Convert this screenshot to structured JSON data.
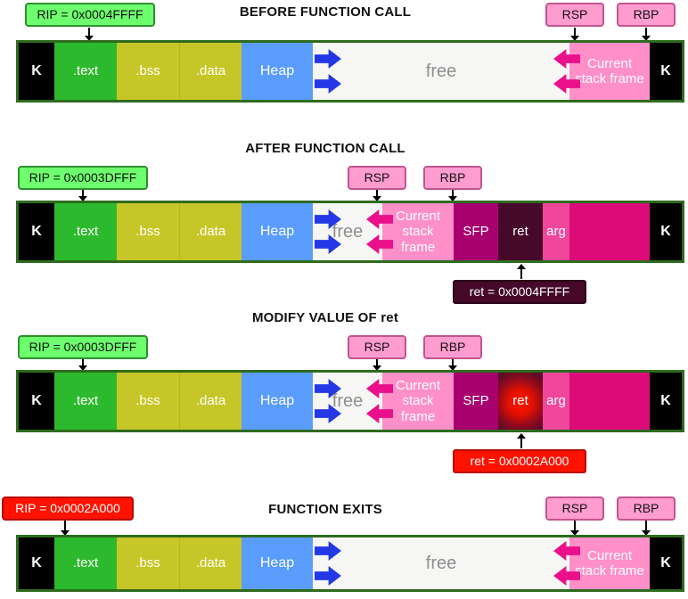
{
  "diagram": {
    "colors": {
      "text_segment_green": "#2db92d",
      "bss_data_yellow": "#c6c628",
      "heap_blue": "#5a9cfc",
      "stack_frame_pink": "#ff8fc9",
      "sfp_magenta": "#a8006e",
      "ret_dark_maroon": "#46092a",
      "arg_pink": "#f0479c",
      "previous_frame_magenta": "#dd0b79",
      "bar_border_green": "#2e6b1e",
      "rip_label_green": "#6dff6d",
      "register_label_pink": "#ff9cd0",
      "alert_red": "#ff1200",
      "heap_growth_arrow_blue": "#2438e8",
      "stack_growth_arrow_pink": "#ea0f8b"
    },
    "sections": [
      {
        "title": "BEFORE FUNCTION CALL",
        "rip": "RIP = 0x0004FFFF",
        "rsp": "RSP",
        "rbp": "RBP",
        "segments": {
          "k_left": "K",
          "text": ".text",
          "bss": ".bss",
          "data": ".data",
          "heap": "Heap",
          "free": "free",
          "stack_frame": "Current stack frame",
          "k_right": "K"
        }
      },
      {
        "title": "AFTER FUNCTION CALL",
        "rip": "RIP = 0x0003DFFF",
        "rsp": "RSP",
        "rbp": "RBP",
        "ret_note": "ret = 0x0004FFFF",
        "segments": {
          "k_left": "K",
          "text": ".text",
          "bss": ".bss",
          "data": ".data",
          "heap": "Heap",
          "free": "free",
          "stack_frame": "Current stack frame",
          "sfp": "SFP",
          "ret": "ret",
          "arg": "arg",
          "k_right": "K"
        }
      },
      {
        "title": "MODIFY VALUE OF ret",
        "rip": "RIP = 0x0003DFFF",
        "rsp": "RSP",
        "rbp": "RBP",
        "ret_note": "ret = 0x0002A000",
        "segments": {
          "k_left": "K",
          "text": ".text",
          "bss": ".bss",
          "data": ".data",
          "heap": "Heap",
          "free": "free",
          "stack_frame": "Current stack frame",
          "sfp": "SFP",
          "ret": "ret",
          "arg": "arg",
          "k_right": "K"
        }
      },
      {
        "title": "FUNCTION EXITS",
        "rip": "RIP = 0x0002A000",
        "rsp": "RSP",
        "rbp": "RBP",
        "segments": {
          "k_left": "K",
          "text": ".text",
          "bss": ".bss",
          "data": ".data",
          "heap": "Heap",
          "free": "free",
          "stack_frame": "Current stack frame",
          "k_right": "K"
        }
      }
    ]
  }
}
